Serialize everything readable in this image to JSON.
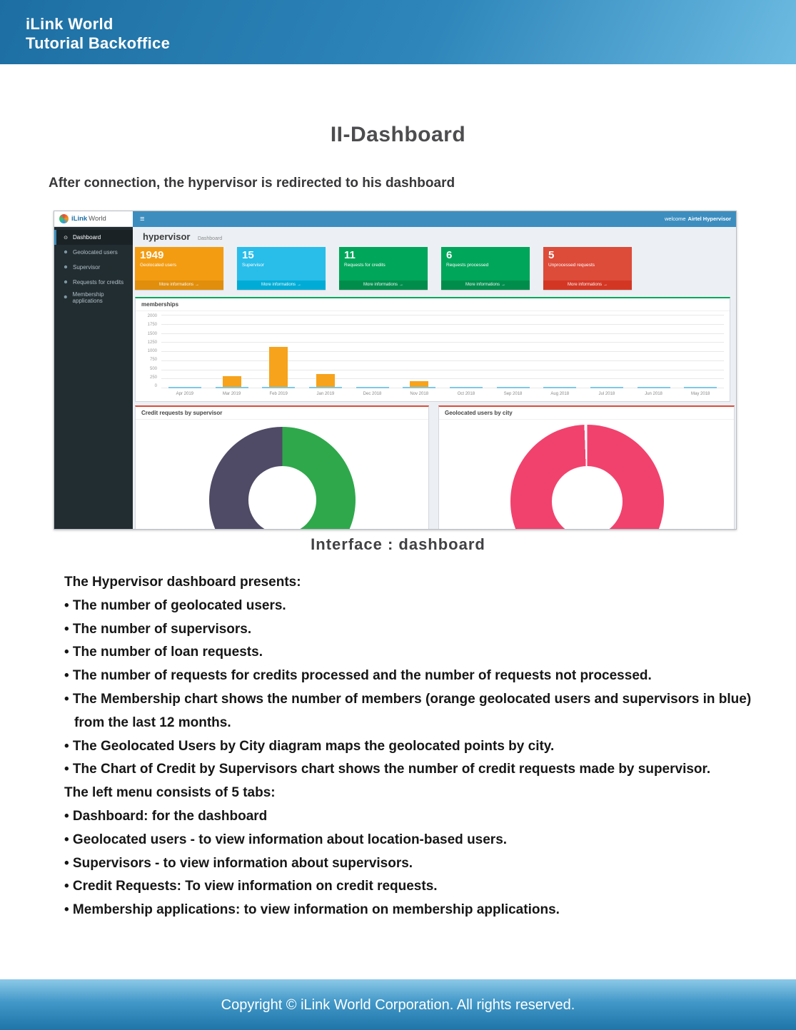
{
  "doc": {
    "header_line1": "iLink World",
    "header_line2": "Tutorial Backoffice",
    "title": "II-Dashboard",
    "intro": "After connection, the hypervisor is redirected to his dashboard",
    "caption": "Interface : dashboard",
    "footer": "Copyright © iLink World Corporation. All rights reserved."
  },
  "dashboard": {
    "brand_i": "iLink",
    "brand_world": "World",
    "menu_icon": "hamburger-icon",
    "welcome_prefix": "welcome",
    "welcome_user": "Airtel Hypervisor",
    "page_title": "hypervisor",
    "page_subtitle": "Dashboard",
    "sidebar_items": [
      {
        "label": "Dashboard",
        "icon": "speedometer-icon",
        "active": true
      },
      {
        "label": "Geolocated users",
        "icon": "users-icon",
        "active": false
      },
      {
        "label": "Supervisor",
        "icon": "users-icon",
        "active": false
      },
      {
        "label": "Requests for credits",
        "icon": "users-icon",
        "active": false
      },
      {
        "label": "Membership applications",
        "icon": "users-icon",
        "active": false
      }
    ],
    "stat_cards": [
      {
        "value": "1949",
        "label": "Geolocated users",
        "more": "More informations",
        "color": "#f39c12",
        "footer_color": "#e08e0b"
      },
      {
        "value": "15",
        "label": "Supervisor",
        "more": "More informations",
        "color": "#29bdea",
        "footer_color": "#00acd6"
      },
      {
        "value": "11",
        "label": "Requests for credits",
        "more": "More informations",
        "color": "#00a65a",
        "footer_color": "#008d4c"
      },
      {
        "value": "6",
        "label": "Requests processed",
        "more": "More informations",
        "color": "#00a65a",
        "footer_color": "#008d4c"
      },
      {
        "value": "5",
        "label": "Unprocessed requests",
        "more": "More informations",
        "color": "#dd4b39",
        "footer_color": "#d33724"
      }
    ]
  },
  "chart_data": [
    {
      "type": "bar",
      "title": "memberships",
      "categories": [
        "Apr 2019",
        "Mar 2019",
        "Feb 2019",
        "Jan 2019",
        "Dec 2018",
        "Nov 2018",
        "Oct 2018",
        "Sep 2018",
        "Aug 2018",
        "Jul 2018",
        "Jun 2018",
        "May 2018"
      ],
      "series": [
        {
          "name": "geolocated users",
          "color": "#f7a31c",
          "values": [
            0,
            300,
            1100,
            350,
            0,
            150,
            0,
            0,
            0,
            0,
            0,
            0
          ]
        },
        {
          "name": "supervisors",
          "color": "#7ec8e8",
          "values": [
            15,
            15,
            15,
            15,
            15,
            15,
            15,
            15,
            15,
            15,
            15,
            15
          ]
        }
      ],
      "ylim": [
        0,
        2000
      ],
      "yticks": [
        0,
        250,
        500,
        750,
        1000,
        1250,
        1500,
        1750,
        2000
      ],
      "grid": true,
      "legend": "none"
    },
    {
      "type": "pie",
      "title": "Credit requests by supervisor",
      "donut": true,
      "slices": [
        {
          "value": 50,
          "color": "#2fa84c"
        },
        {
          "value": 50,
          "color": "#4f4b66"
        }
      ]
    },
    {
      "type": "pie",
      "title": "Geolocated users by city",
      "donut": true,
      "slices": [
        {
          "value": 99.4,
          "color": "#f1426d"
        },
        {
          "value": 0.6,
          "color": "#ffffff"
        }
      ]
    }
  ],
  "body_text": [
    {
      "text": "The Hypervisor dashboard presents:",
      "indent": 0
    },
    {
      "text": "• The number of geolocated users.",
      "indent": 0
    },
    {
      "text": "• The number of supervisors.",
      "indent": 0
    },
    {
      "text": "• The number of loan requests.",
      "indent": 0
    },
    {
      "text": "• The number of requests for credits processed and the number of requests not processed.",
      "indent": 0
    },
    {
      "text": "• The Membership chart shows the number of members (orange geolocated users and supervisors in blue)",
      "indent": 0
    },
    {
      "text": "from the last 12 months.",
      "indent": 1
    },
    {
      "text": "• The Geolocated Users by City diagram maps the geolocated points by city.",
      "indent": 0
    },
    {
      "text": "• The Chart of Credit by Supervisors chart shows the number of credit requests made by supervisor.",
      "indent": 0
    },
    {
      "text": "The left menu consists of 5 tabs:",
      "indent": 0
    },
    {
      "text": "• Dashboard: for the dashboard",
      "indent": 0
    },
    {
      "text": "• Geolocated users - to view information about location-based users.",
      "indent": 0
    },
    {
      "text": "• Supervisors - to view information about supervisors.",
      "indent": 0
    },
    {
      "text": "• Credit Requests: To view information on credit requests.",
      "indent": 0
    },
    {
      "text": "• Membership applications: to view information on membership applications.",
      "indent": 0
    }
  ]
}
